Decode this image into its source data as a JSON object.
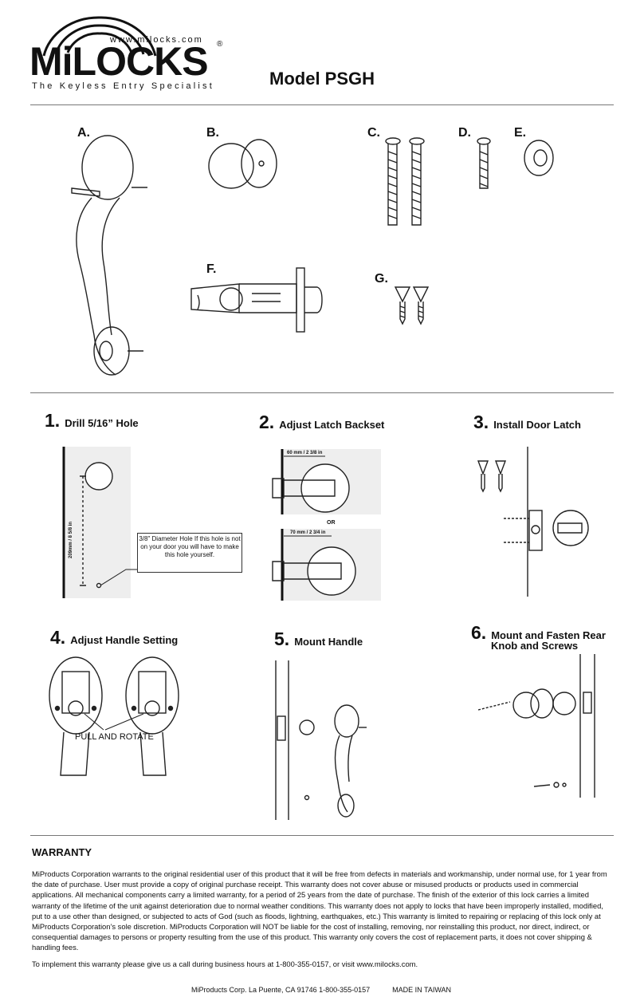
{
  "brand": {
    "url": "www.milocks.com",
    "registered": "®",
    "name": "MiLOCKS",
    "tagline": "The Keyless Entry Specialist"
  },
  "title": "Model PSGH",
  "parts": [
    {
      "letter": "A."
    },
    {
      "letter": "B."
    },
    {
      "letter": "C."
    },
    {
      "letter": "D."
    },
    {
      "letter": "E."
    },
    {
      "letter": "F."
    },
    {
      "letter": "G."
    }
  ],
  "steps": [
    {
      "number": "1.",
      "title": "Drill 5/16” Hole"
    },
    {
      "number": "2.",
      "title": "Adjust Latch Backset"
    },
    {
      "number": "3.",
      "title": "Install Door Latch"
    },
    {
      "number": "4.",
      "title": "Adjust Handle Setting"
    },
    {
      "number": "5.",
      "title": "Mount Handle"
    },
    {
      "number": "6.",
      "title": "Mount and Fasten Rear",
      "title2": "Knob and Screws"
    }
  ],
  "step1": {
    "dimension": "209mm / 8 5/8 in",
    "note": "3/8\" Diameter Hole If this hole is not on your door you will have to make this hole yourself."
  },
  "step2": {
    "dim1": "60 mm / 2 3/8 in",
    "or": "OR",
    "dim2": "70 mm / 2 3/4 in"
  },
  "step4": {
    "label": "PULL AND ROTATE"
  },
  "warranty": {
    "heading": "WARRANTY",
    "text": "MiProducts Corporation warrants to the original residential user of this product that it will be free from defects in materials and workmanship, under normal use, for 1 year from the date of purchase. User must provide a copy of original purchase receipt. This warranty does not cover abuse or misused products or products used in commercial applications. All mechanical components carry a limited warranty, for a period of 25 years from the date of purchase. The finish of the exterior of this lock carries a limited warranty of the lifetime of the unit against deterioration due to normal weather conditions. This warranty does not apply to locks that have been improperly installed, modified, put to a use other than designed, or subjected to acts of God (such as floods, lightning, earthquakes, etc.) This warranty is limited to repairing or replacing of this lock only at MiProducts Corporation’s sole discretion. MiProducts Corporation will NOT be liable for the cost of installing, removing, nor reinstalling this product, nor direct, indirect, or consequential damages to persons or property resulting from the use of this product. This warranty only covers the cost of replacement parts, it does not cover shipping & handling fees.",
    "contact": "To implement this warranty please give us a call during business hours at 1-800-355-0157, or visit www.milocks.com."
  },
  "footer": {
    "address": "MiProducts Corp. La Puente, CA 91746 1-800-355-0157",
    "origin": "MADE IN TAIWAN"
  }
}
